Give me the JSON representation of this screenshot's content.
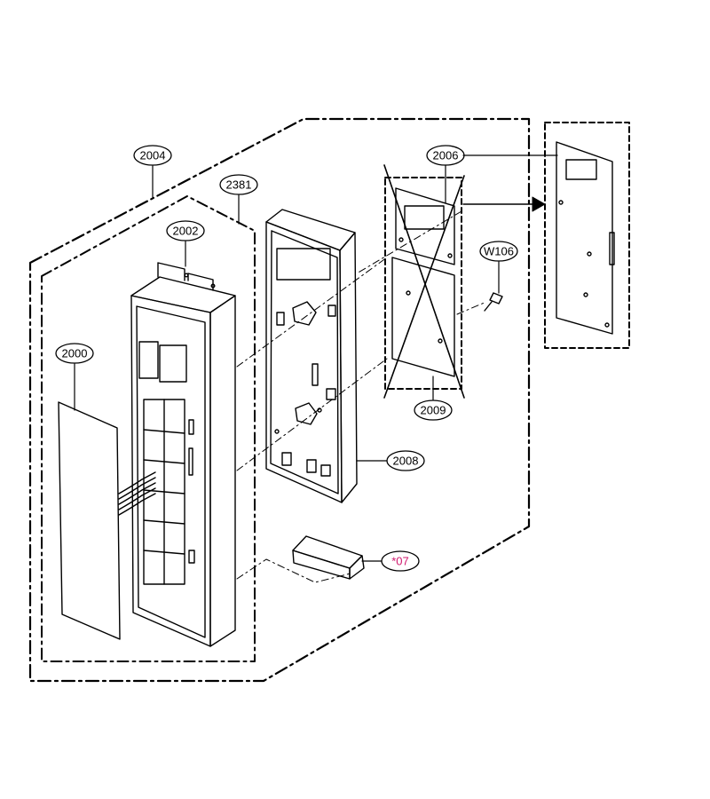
{
  "callouts": {
    "p2000": "2000",
    "p2002": "2002",
    "p2004": "2004",
    "p2381": "2381",
    "p2006": "2006",
    "p2008": "2008",
    "p2009": "2009",
    "w106": "W106",
    "p07": "*07"
  },
  "colors": {
    "line": "#000000",
    "accent": "#d0186e",
    "background": "#ffffff"
  }
}
